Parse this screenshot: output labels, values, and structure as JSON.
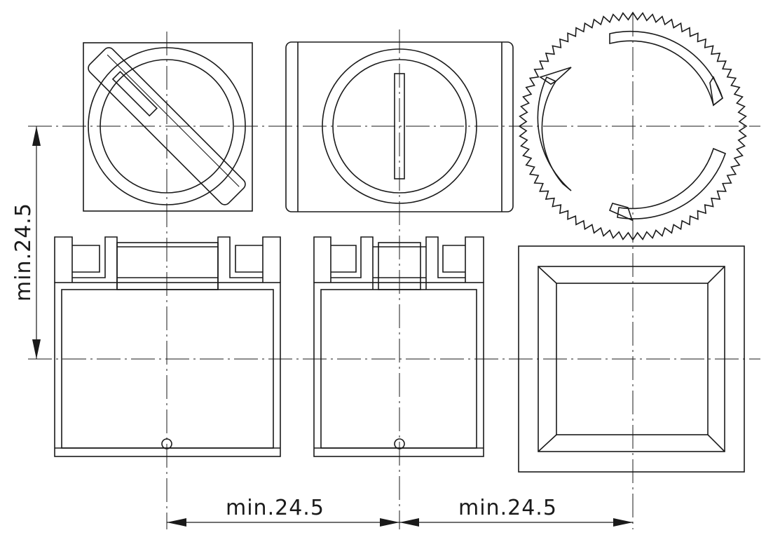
{
  "dimensions": {
    "vertical_label": "min.24.5",
    "horizontal_left_label": "min.24.5",
    "horizontal_right_label": "min.24.5"
  }
}
